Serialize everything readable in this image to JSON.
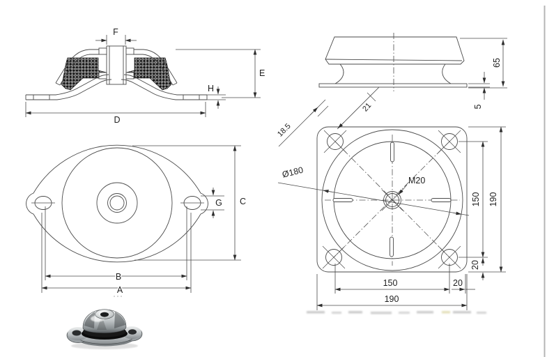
{
  "drawing": {
    "type": "vibration-mount technical drawing",
    "line_color": "#4a4a4a",
    "accent_black": "#111111",
    "border_color": "#b5b5b5"
  },
  "sec": {
    "F": "F",
    "E": "E",
    "H": "H",
    "D": "D"
  },
  "oval": {
    "G": "G",
    "C": "C",
    "B": "B",
    "A": "A"
  },
  "side": {
    "height": "65",
    "plate": "5"
  },
  "flange": {
    "hole": "18.5",
    "corner": "21",
    "dia": "Ø180",
    "thread": "M20",
    "v_span": "150",
    "v_total": "190",
    "v_edge": "20",
    "h_span": "150",
    "h_edge": "20",
    "h_total": "190"
  }
}
